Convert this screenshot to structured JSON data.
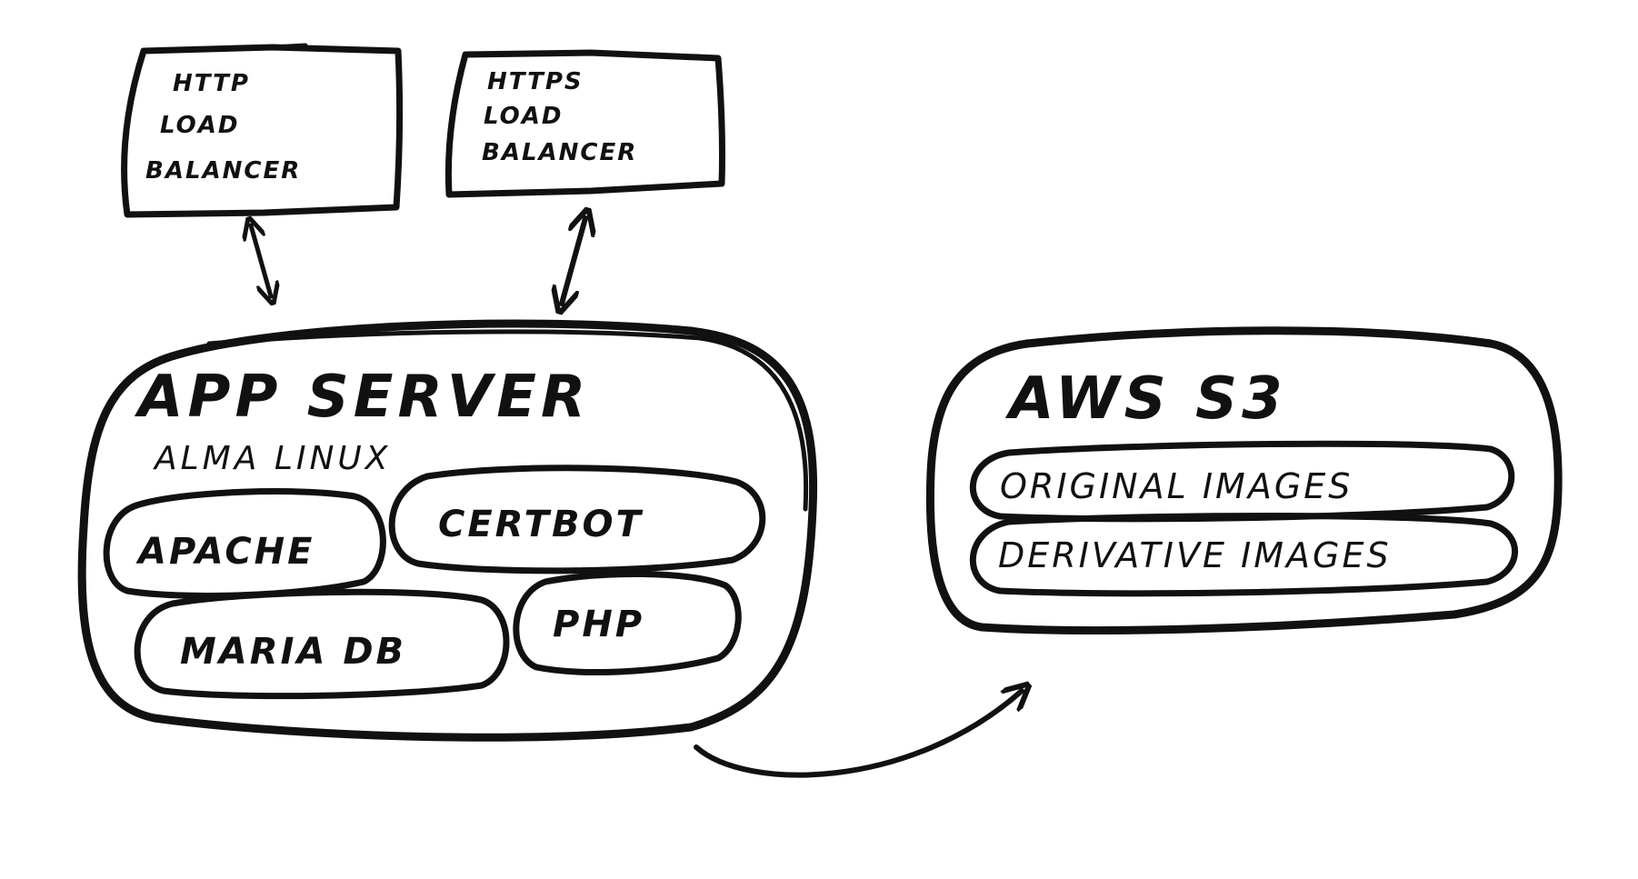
{
  "http_lb": {
    "line1": "HTTP",
    "line2": "LOAD",
    "line3": "BALANCER"
  },
  "https_lb": {
    "line1": "HTTPS",
    "line2": "LOAD",
    "line3": "BALANCER"
  },
  "app_server": {
    "title": "APP SERVER",
    "subtitle": "ALMA LINUX",
    "components": {
      "apache": "APACHE",
      "certbot": "CERTBOT",
      "mariadb": "MARIA DB",
      "php": "PHP"
    }
  },
  "aws_s3": {
    "title": "AWS S3",
    "buckets": {
      "original": "ORIGINAL IMAGES",
      "derivative": "DERIVATIVE IMAGES"
    }
  },
  "colors": {
    "ink": "#111111",
    "paper": "#ffffff"
  }
}
